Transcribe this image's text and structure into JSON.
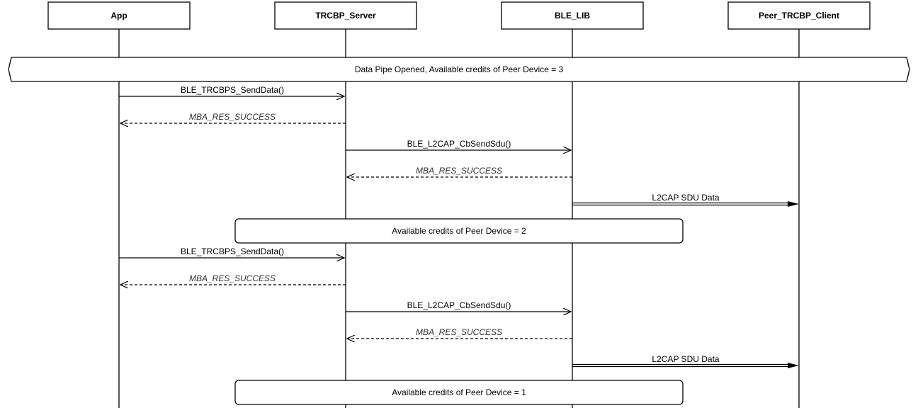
{
  "actors": [
    {
      "id": "app",
      "label": "App"
    },
    {
      "id": "server",
      "label": "TRCBP_Server"
    },
    {
      "id": "blelib",
      "label": "BLE_LIB"
    },
    {
      "id": "peer",
      "label": "Peer_TRCBP_Client"
    }
  ],
  "banner": {
    "label": "Data Pipe Opened, Available credits of Peer Device = 3"
  },
  "messages": [
    {
      "from": "app",
      "to": "server",
      "style": "call",
      "label": "BLE_TRCBPS_SendData()"
    },
    {
      "from": "server",
      "to": "app",
      "style": "reply",
      "label": "MBA_RES_SUCCESS"
    },
    {
      "from": "server",
      "to": "blelib",
      "style": "call",
      "label": "BLE_L2CAP_CbSendSdu()"
    },
    {
      "from": "blelib",
      "to": "server",
      "style": "reply",
      "label": "MBA_RES_SUCCESS"
    },
    {
      "from": "blelib",
      "to": "peer",
      "style": "air",
      "label": "L2CAP SDU Data"
    },
    {
      "from": "app",
      "to": "server",
      "style": "call",
      "label": "BLE_TRCBPS_SendData()"
    },
    {
      "from": "server",
      "to": "app",
      "style": "reply",
      "label": "MBA_RES_SUCCESS"
    },
    {
      "from": "server",
      "to": "blelib",
      "style": "call",
      "label": "BLE_L2CAP_CbSendSdu()"
    },
    {
      "from": "blelib",
      "to": "server",
      "style": "reply",
      "label": "MBA_RES_SUCCESS"
    },
    {
      "from": "blelib",
      "to": "peer",
      "style": "air",
      "label": "L2CAP SDU Data"
    }
  ],
  "notes": [
    {
      "label": "Available credits of Peer Device = 2"
    },
    {
      "label": "Available credits of Peer Device = 1"
    }
  ]
}
